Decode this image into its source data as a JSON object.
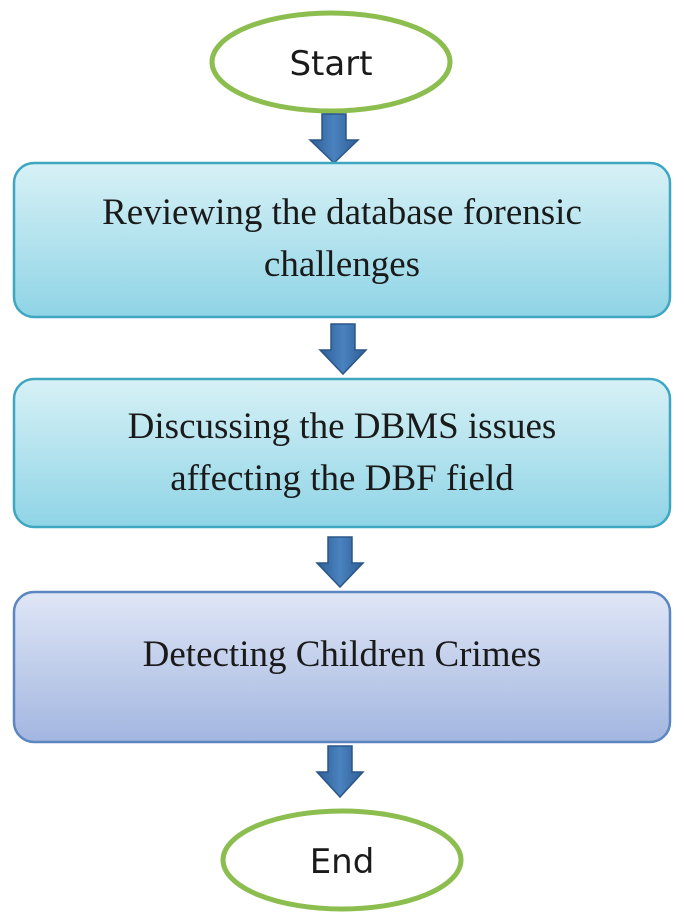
{
  "diagram": {
    "start_label": "Start",
    "end_label": "End",
    "steps": [
      {
        "line1": "Reviewing the database forensic",
        "line2": "challenges"
      },
      {
        "line1": "Discussing the DBMS issues",
        "line2": "affecting the DBF field"
      },
      {
        "line1": "Detecting Children Crimes"
      }
    ]
  },
  "colors": {
    "terminal_stroke": "#8cbd4f",
    "process_stroke": "#3fa6c2",
    "process_fill_top": "#d7f1f6",
    "process_fill_bottom": "#8fd4e6",
    "final_stroke": "#5b86c0",
    "final_fill_top": "#dfe6f6",
    "final_fill_bottom": "#a3b6e0",
    "arrow_fill": "#3c6fa9"
  }
}
